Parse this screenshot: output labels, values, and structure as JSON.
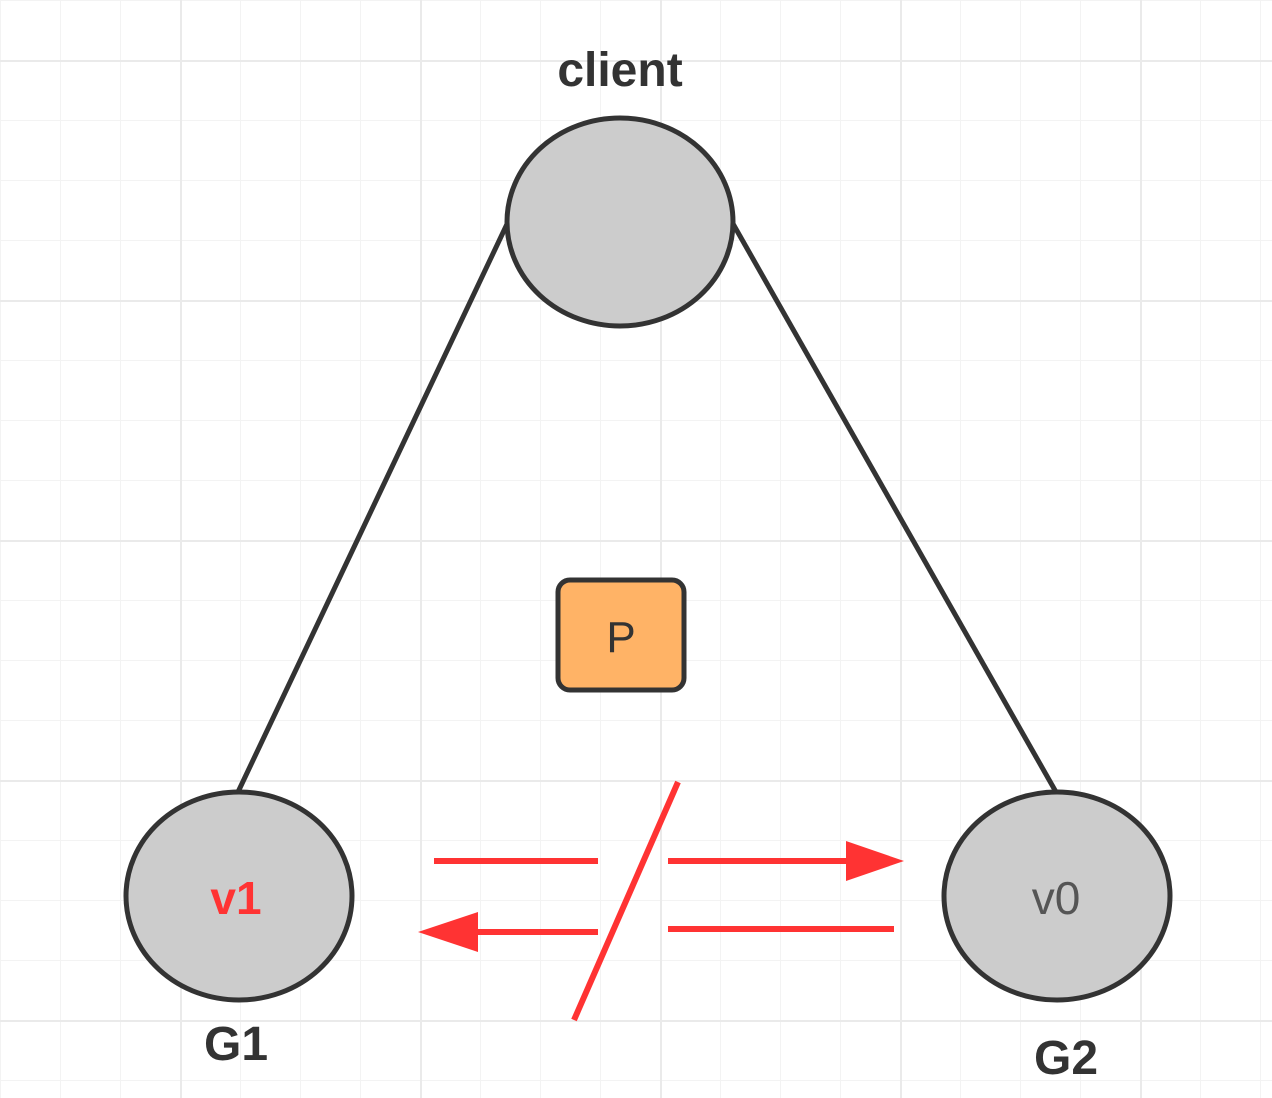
{
  "nodes": {
    "client": {
      "label": "client"
    },
    "g1": {
      "value": "v1",
      "label": "G1"
    },
    "g2": {
      "value": "v0",
      "label": "G2"
    }
  },
  "partition": {
    "label": "P"
  },
  "colors": {
    "node_fill": "#cccccc",
    "node_stroke": "#333333",
    "edge": "#333333",
    "partition_fill": "#ffb366",
    "partition_stroke": "#333333",
    "replication_arrow": "#ff3333",
    "stale_value_text": "#555555",
    "updated_value_text": "#ff3333",
    "label_text": "#333333"
  }
}
